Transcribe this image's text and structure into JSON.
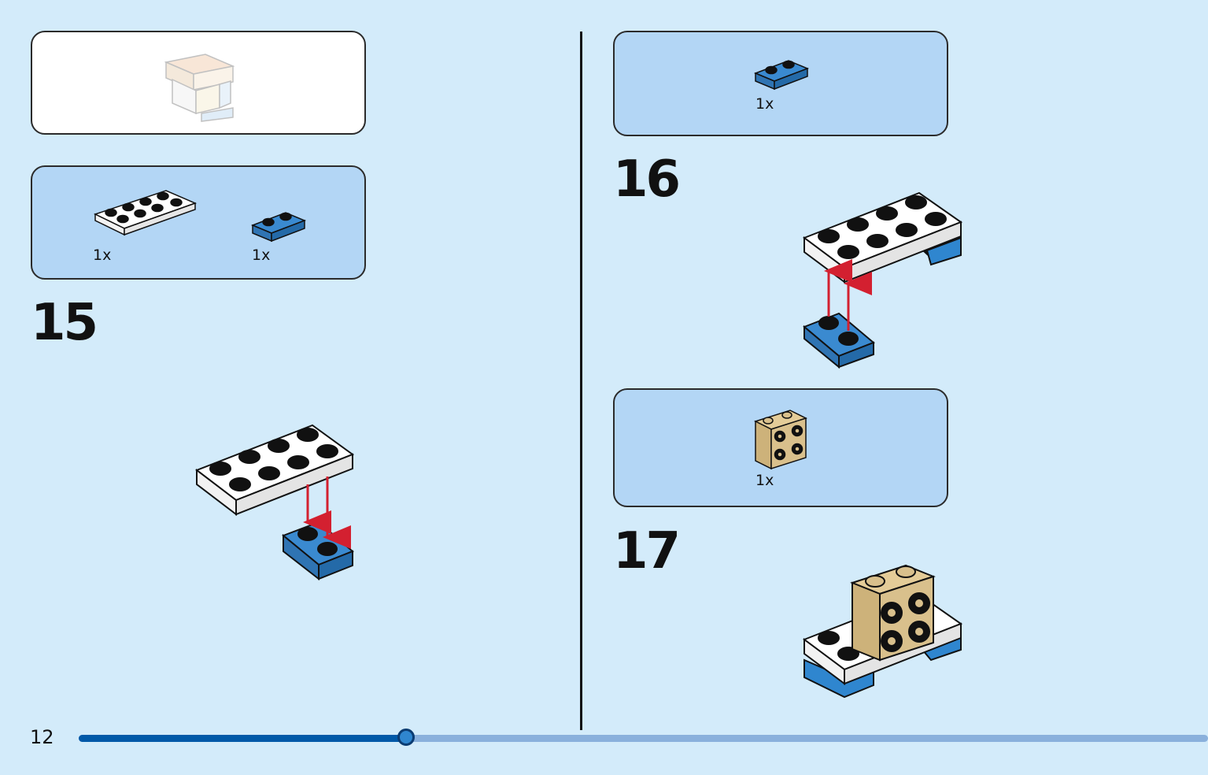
{
  "page": {
    "number": "12",
    "progress": 0.29
  },
  "steps": [
    {
      "number": "15",
      "parts": [
        {
          "qty": "1x"
        },
        {
          "qty": "1x"
        }
      ]
    },
    {
      "number": "16",
      "parts": [
        {
          "qty": "1x"
        }
      ]
    },
    {
      "number": "17",
      "parts": [
        {
          "qty": "1x"
        }
      ]
    }
  ],
  "colors": {
    "background": "#d3ebfa",
    "parts_box": "#b3d6f5",
    "brick_blue": "#3a8ad0",
    "brick_tan": "#d9c08c",
    "arrow_red": "#d32030",
    "progress_fill": "#0059a8",
    "progress_track": "#8ab0dc"
  }
}
